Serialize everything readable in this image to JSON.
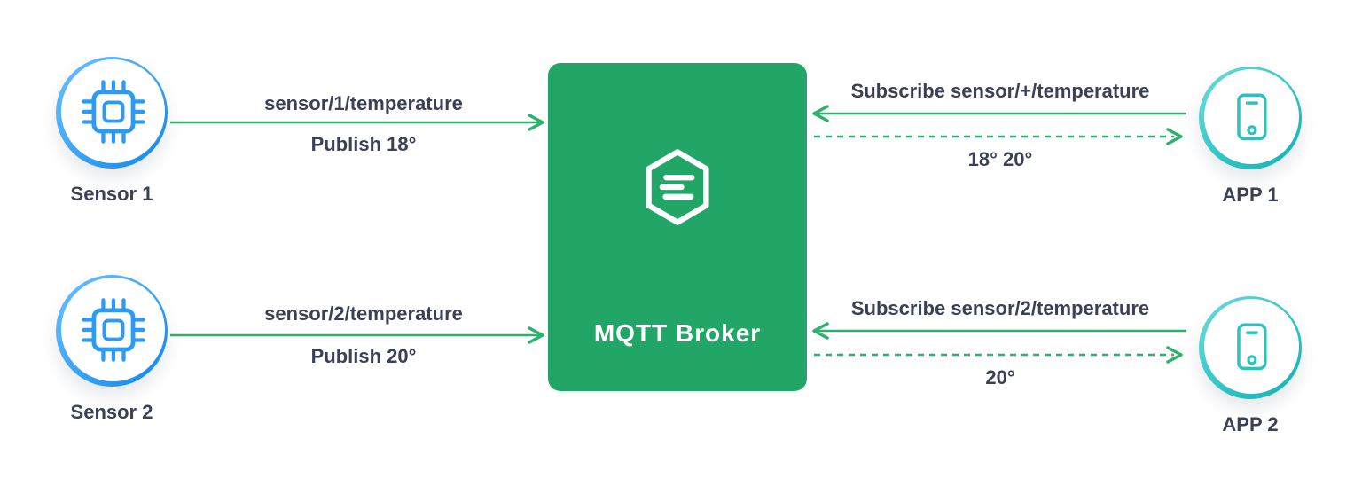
{
  "broker": {
    "title": "MQTT Broker",
    "icon": "hexagon-message-icon"
  },
  "devices": {
    "sensor1": {
      "label": "Sensor 1",
      "icon": "chip-icon"
    },
    "sensor2": {
      "label": "Sensor 2",
      "icon": "chip-icon"
    },
    "app1": {
      "label": "APP 1",
      "icon": "phone-icon"
    },
    "app2": {
      "label": "APP 2",
      "icon": "phone-icon"
    }
  },
  "flows": {
    "sensor1_publish": {
      "topic": "sensor/1/temperature",
      "action": "Publish 18°",
      "arrow": "solid, sensor1 to broker"
    },
    "sensor2_publish": {
      "topic": "sensor/2/temperature",
      "action": "Publish 20°",
      "arrow": "solid, sensor2 to broker"
    },
    "app1_subscribe": {
      "action": "Subscribe sensor/+/temperature",
      "message": "18° 20°",
      "arrows": "solid app1 to broker, dashed broker to app1"
    },
    "app2_subscribe": {
      "action": "Subscribe sensor/2/temperature",
      "message": "20°",
      "arrows": "solid app2 to broker, dashed broker to app2"
    }
  },
  "colors": {
    "broker_green": "#21A667",
    "arrow_green": "#2FB06C",
    "sensor_blue": "#2D9BF3",
    "app_teal": "#2AC2C3",
    "text_dark": "#3A4156",
    "background": "#FFFFFF"
  }
}
